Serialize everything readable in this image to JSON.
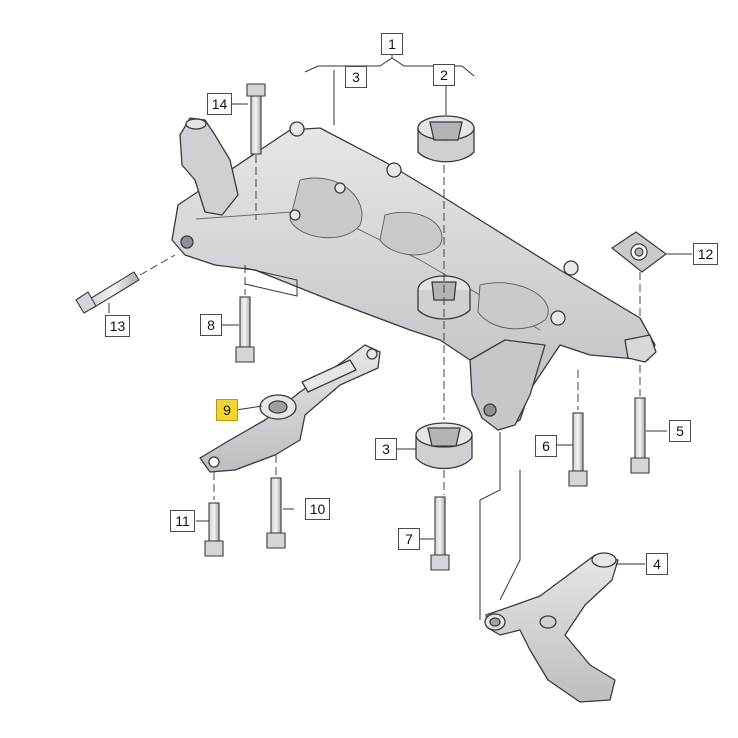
{
  "callouts": {
    "c1": "1",
    "c2": "2",
    "c3a": "3",
    "c3b": "3",
    "c4": "4",
    "c5": "5",
    "c6": "6",
    "c7": "7",
    "c8": "8",
    "c9": "9",
    "c10": "10",
    "c11": "11",
    "c12": "12",
    "c13": "13",
    "c14": "14"
  },
  "colors": {
    "part_fill": "#dcdcde",
    "part_shade": "#bfc0c3",
    "outline": "#3a3a3a",
    "highlight": "#f2d531",
    "leader": "#333333"
  },
  "highlighted_callout": "9"
}
